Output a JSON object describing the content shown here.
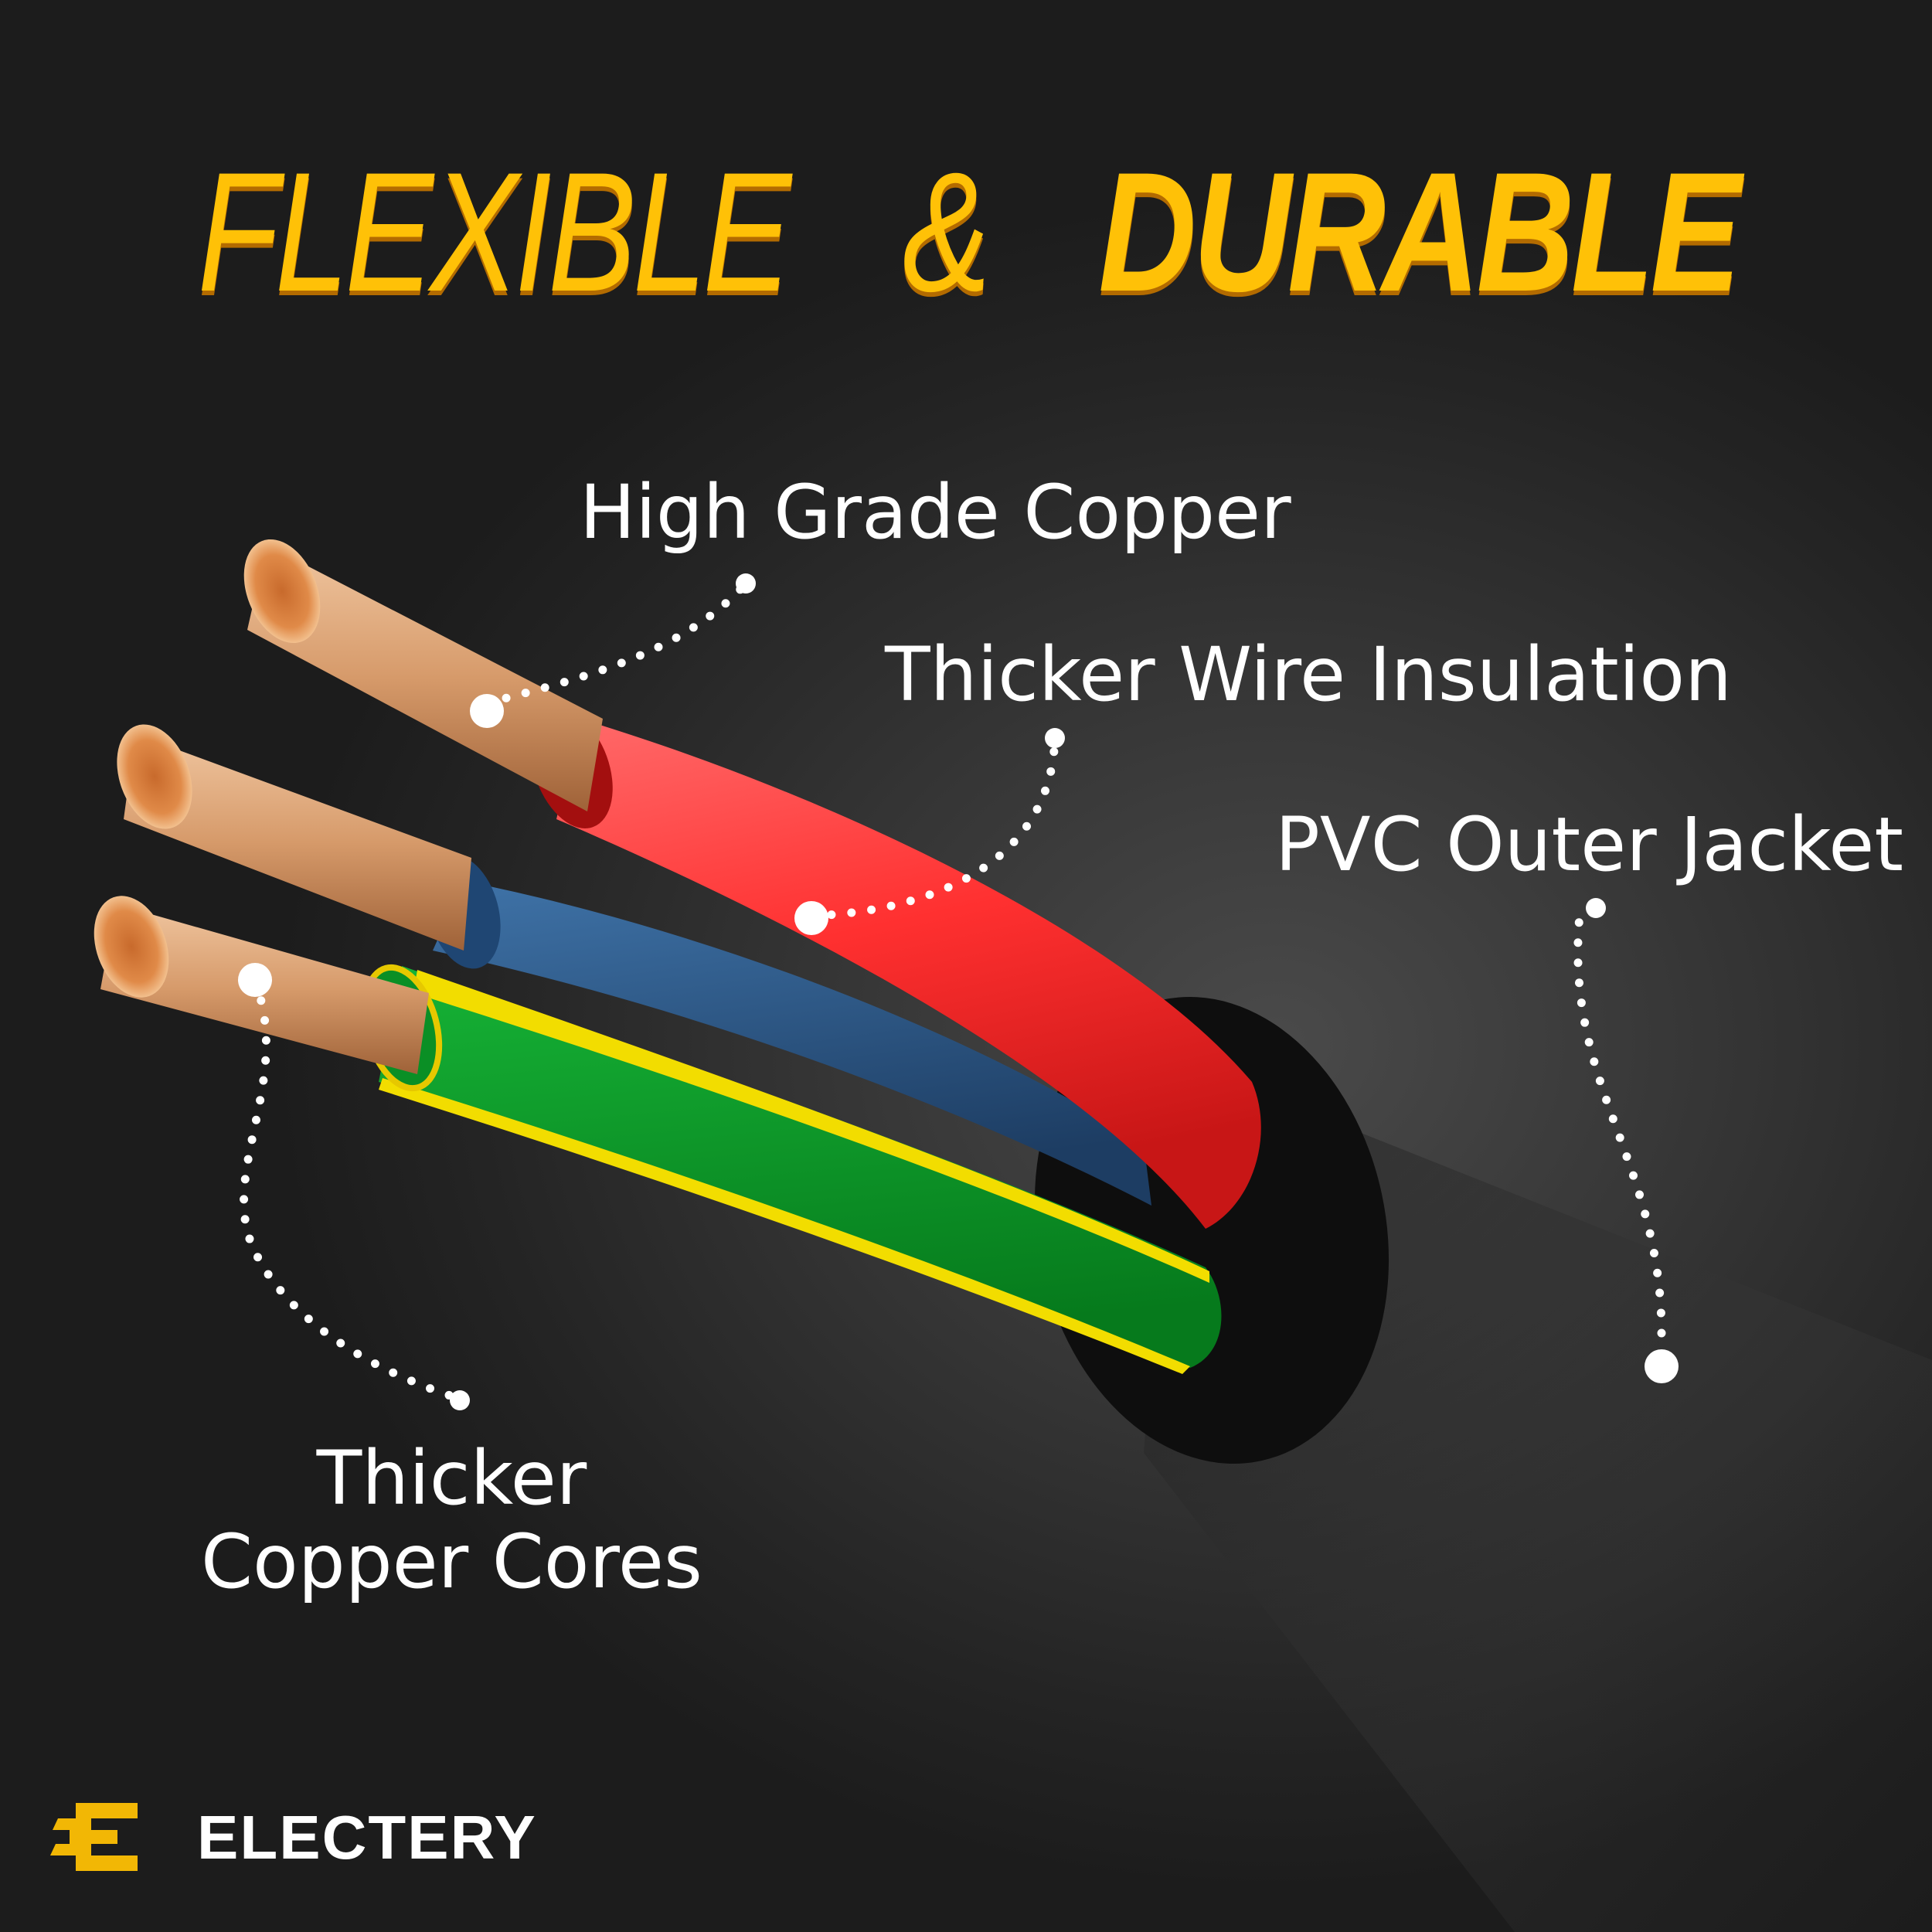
{
  "title": {
    "word1": "FLEXIBLE",
    "amp": "&",
    "word2": "DURABLE"
  },
  "labels": {
    "copper": "High Grade Copper",
    "insulation": "Thicker Wire Insulation",
    "jacket": "PVC Outer Jacket",
    "cores_line1": "Thicker",
    "cores_line2": "Copper Cores"
  },
  "brand": {
    "name": "ELECTERY"
  },
  "colors": {
    "title": "#ffc107",
    "red_wire": "#ff3b3b",
    "blue_wire": "#2f5d8f",
    "green_wire": "#0aa02a",
    "yellow_stripe": "#f2dd00",
    "copper": "#d99a6c",
    "jacket": "#111111"
  }
}
